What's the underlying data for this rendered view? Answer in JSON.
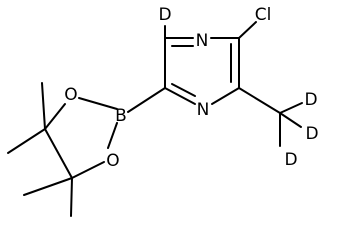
{
  "atoms": {
    "d_ring": "D",
    "n_top": "N",
    "cl": "Cl",
    "n_bottom": "N",
    "b": "B",
    "o_top": "O",
    "o_bottom": "O",
    "d_methyl_top": "D",
    "d_methyl_right": "D",
    "d_methyl_bottom": "D"
  },
  "colors": {
    "bond": "#000000",
    "text": "#000000",
    "background": "#ffffff"
  }
}
